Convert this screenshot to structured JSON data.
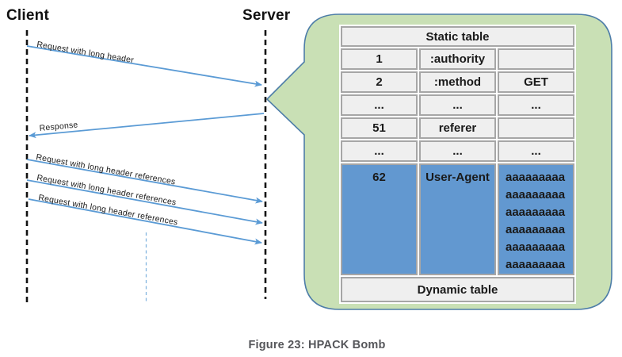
{
  "diagram": {
    "client_label": "Client",
    "server_label": "Server",
    "messages": [
      {
        "label": "Request with long header",
        "from": "client",
        "to": "server"
      },
      {
        "label": "Response",
        "from": "server",
        "to": "client"
      },
      {
        "label": "Request with long header references",
        "from": "client",
        "to": "server"
      },
      {
        "label": "Request with long header references",
        "from": "client",
        "to": "server"
      },
      {
        "label": "Request with long header references",
        "from": "client",
        "to": "server"
      }
    ]
  },
  "callout": {
    "static_table": {
      "title": "Static table",
      "rows": [
        [
          "1",
          ":authority",
          ""
        ],
        [
          "2",
          ":method",
          "GET"
        ],
        [
          "...",
          "...",
          "..."
        ],
        [
          "51",
          "referer",
          ""
        ],
        [
          "...",
          "...",
          "..."
        ]
      ]
    },
    "dynamic_entry": {
      "index": "62",
      "name": "User-Agent",
      "value_lines": [
        "aaaaaaaaa",
        "aaaaaaaaa",
        "aaaaaaaaa",
        "aaaaaaaaa",
        "aaaaaaaaa",
        "aaaaaaaaa"
      ]
    },
    "dynamic_table_label": "Dynamic table"
  },
  "caption": "Figure 23: HPACK Bomb",
  "colors": {
    "message_arrow": "#5b9bd5",
    "lifeline": "#121212",
    "continuation_line": "#85b6e0",
    "callout_fill": "#c9e0b5",
    "callout_stroke": "#4d7da8",
    "static_cell_fill": "#efefef",
    "cell_border": "#a6a6a6",
    "dynamic_cell_fill": "#6298d0",
    "caption_color": "#55565a"
  }
}
